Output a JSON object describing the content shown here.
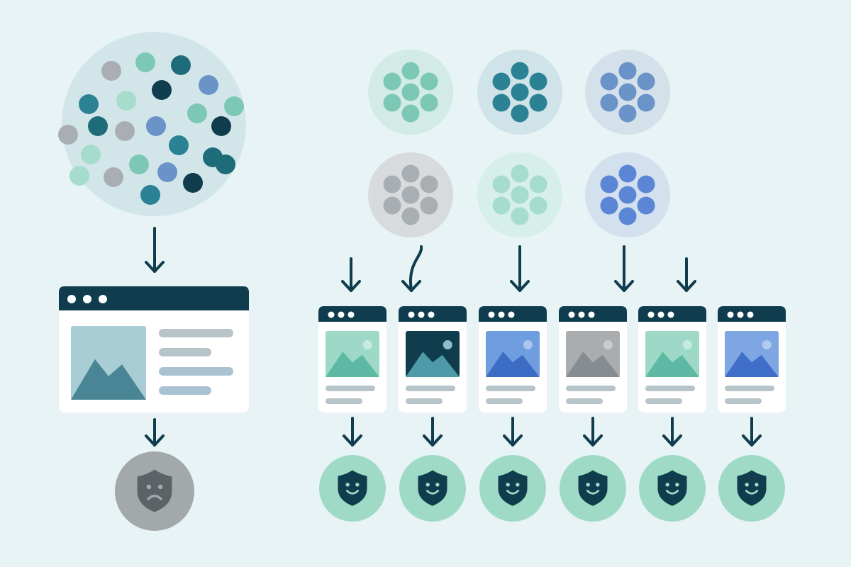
{
  "colors": {
    "background": "#e7f3f5",
    "navy": "#0f3d4e",
    "teal_dark": "#1e6b7a",
    "teal": "#2a8294",
    "teal_light": "#7cc8b4",
    "mint": "#a6dccb",
    "blue": "#6a93c8",
    "blue_bright": "#5b86d6",
    "gray": "#a9aeb2",
    "line_gray": "#b7c4c9",
    "line_blue": "#a8c2d1",
    "positive": "#9fdac6",
    "negative": "#a3a8ab",
    "white": "#ffffff"
  },
  "icons": {
    "mixed_pool": "mixed-dots-cluster-icon",
    "segment_cluster": "dot-cluster-icon",
    "window": "browser-window-icon",
    "image": "mountain-image-icon",
    "arrow": "arrow-down-icon",
    "sad_shield": "sad-shield-icon",
    "happy_shield": "happy-shield-icon"
  },
  "generic_path": {
    "pool_dot_palette": [
      "teal_light",
      "teal_dark",
      "gray",
      "blue",
      "navy",
      "teal",
      "mint"
    ],
    "pool_dot_count": 24,
    "image_palette": "blue",
    "outcome": "negative"
  },
  "segmented_path": {
    "clusters": [
      {
        "color": "teal_light",
        "halo": "#d2ebe7"
      },
      {
        "color": "teal",
        "halo": "#cfe3e8"
      },
      {
        "color": "blue",
        "halo": "#d5e1ea"
      },
      {
        "color": "gray",
        "halo": "#d7dbdd"
      },
      {
        "color": "mint",
        "halo": "#d6efe8"
      },
      {
        "color": "blue_bright",
        "halo": "#d3e0ee"
      }
    ],
    "cards": [
      {
        "image_bg": "#9ed9c8",
        "mountain": "#5db9a3",
        "sun": "#c5ece0"
      },
      {
        "image_bg": "#0f3d4e",
        "mountain": "#4f9aa8",
        "sun": "#8cbfc9"
      },
      {
        "image_bg": "#6f9ee0",
        "mountain": "#3d6cc4",
        "sun": "#a9c6ef"
      },
      {
        "image_bg": "#a9adb0",
        "mountain": "#878c90",
        "sun": "#c9cccf"
      },
      {
        "image_bg": "#9ed9c8",
        "mountain": "#5db9a3",
        "sun": "#c5ece0"
      },
      {
        "image_bg": "#7ea6e3",
        "mountain": "#3f6fc9",
        "sun": "#b0caf0"
      }
    ],
    "outcomes": [
      "positive",
      "positive",
      "positive",
      "positive",
      "positive",
      "positive"
    ]
  }
}
